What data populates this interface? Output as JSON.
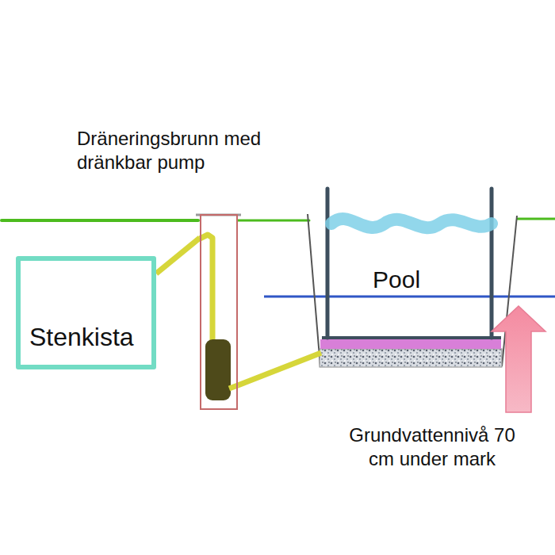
{
  "diagram": {
    "nodes": [
      {
        "text": [
          "Dräneringsbrunn med dränkbar pump"
        ]
      },
      {
        "text": [
          "Stenkista"
        ]
      },
      {
        "text": [
          "Pool"
        ]
      }
    ],
    "edges": [
      {
        "from": 0,
        "to": 1,
        "arrow": "none"
      },
      {
        "from": 0,
        "to": 2,
        "arrow": "none"
      }
    ],
    "labels": [
      "Grundvattennivå 70 cm under mark"
    ]
  }
}
